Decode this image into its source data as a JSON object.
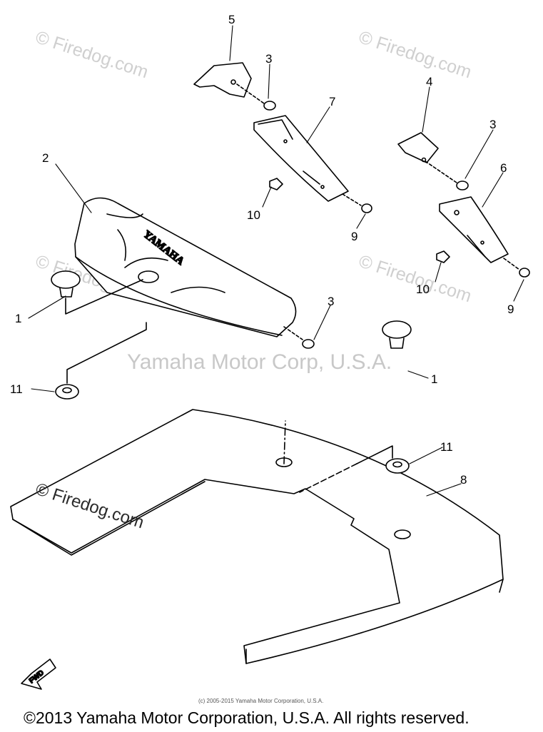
{
  "diagram": {
    "brand_on_cover": "YAMAHA",
    "fwd_label": "FWD",
    "callouts": [
      "5",
      "3",
      "7",
      "4",
      "3",
      "2",
      "6",
      "10",
      "9",
      "10",
      "9",
      "1",
      "3",
      "1",
      "11",
      "11",
      "8"
    ]
  },
  "watermarks": {
    "firedog": "© Firedog.com",
    "center": "Yamaha Motor Corp, U.S.A.",
    "small_copyright": "(c) 2005-2015 Yamaha Motor Corporation, U.S.A."
  },
  "footer": {
    "copyright": "©2013 Yamaha Motor Corporation, U.S.A. All rights reserved."
  }
}
